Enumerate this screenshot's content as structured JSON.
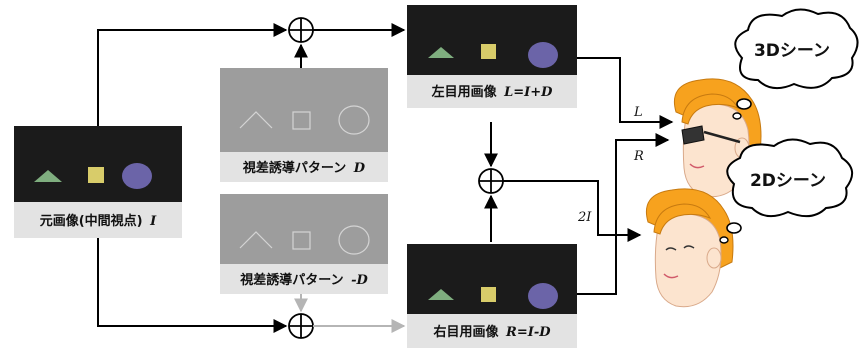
{
  "panels": {
    "original": {
      "label": "元画像(中間視点)",
      "var": "I"
    },
    "pattern_pos": {
      "label": "視差誘導パターン",
      "var": "D"
    },
    "pattern_neg": {
      "label": "視差誘導パターン",
      "var": "-D"
    },
    "left": {
      "label": "左目用画像",
      "var": "L=I+D"
    },
    "right": {
      "label": "右目用画像",
      "var": "R=I-D"
    }
  },
  "signals": {
    "L": "L",
    "R": "R",
    "sum": "2I"
  },
  "viewers": {
    "viewer_3d": "3Dシーン",
    "viewer_2d": "2Dシーン"
  },
  "colors": {
    "dark_panel": "#1b1b1b",
    "label_bg": "#e3e3e3",
    "gray_panel": "#9d9d9d",
    "triangle": "#7fae7f",
    "square": "#d8cc6a",
    "circle": "#6b64a8",
    "hair": "#f7a21e",
    "skin": "#fce4cf",
    "arrow_gray": "#b5b5b5"
  }
}
